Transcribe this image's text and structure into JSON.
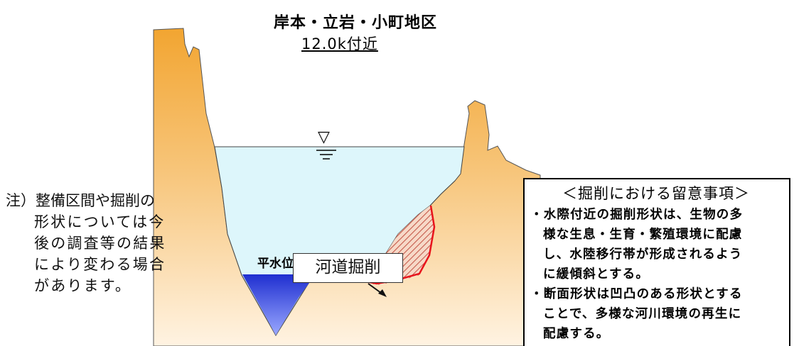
{
  "title": "岸本・立岩・小町地区",
  "subtitle": "12.0k付近",
  "note": {
    "lines": [
      "注）整備区間や掘削の",
      "形状については今",
      "後の調査等の結果",
      "により変わる場合",
      "があります。"
    ]
  },
  "excavation_label": "河道掘削",
  "low_water_label": "平水位",
  "water_level_symbol": "▽",
  "callout": {
    "title": "＜掘削における留意事項＞",
    "items": [
      [
        "・水際付近の掘削形状は、生物の多",
        "様な生息・生育・繁殖環境に配慮",
        "し、水陸移行帯が形成されるよう",
        "に緩傾斜とする。"
      ],
      [
        "・断面形状は凹凸のある形状とする",
        "ことで、多様な河川環境の再生に",
        "配慮する。"
      ]
    ]
  },
  "colors": {
    "bank_top": "#f2a531",
    "bank_bottom": "#fde7c6",
    "water": "#ddf6fb",
    "low_water": "#2a3fd6",
    "excavation_line": "#e8141c",
    "hatch": "#c55a4a"
  }
}
